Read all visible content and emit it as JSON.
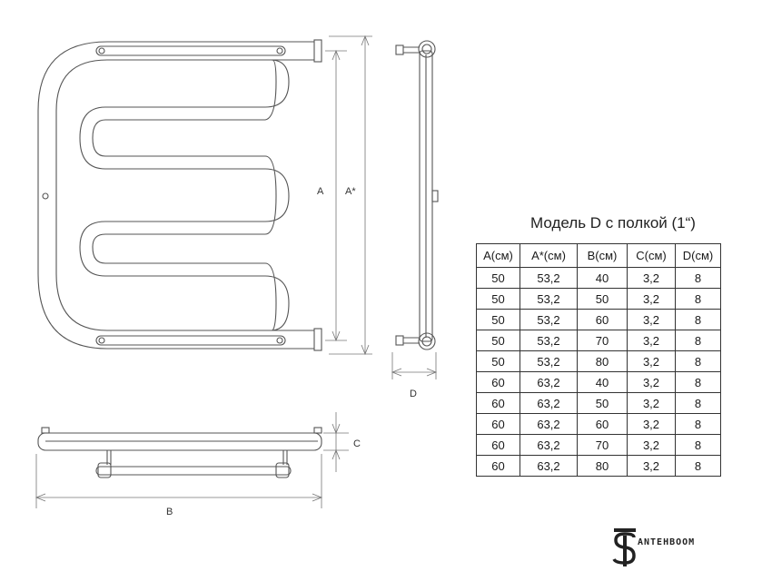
{
  "labels": {
    "dim_a": "A",
    "dim_a_star": "A*",
    "dim_b": "B",
    "dim_c": "C",
    "dim_d": "D"
  },
  "table": {
    "title": "Модель D с полкой (1“)",
    "headers": [
      "A(см)",
      "A*(см)",
      "B(см)",
      "C(см)",
      "D(см)"
    ],
    "rows": [
      [
        "50",
        "53,2",
        "40",
        "3,2",
        "8"
      ],
      [
        "50",
        "53,2",
        "50",
        "3,2",
        "8"
      ],
      [
        "50",
        "53,2",
        "60",
        "3,2",
        "8"
      ],
      [
        "50",
        "53,2",
        "70",
        "3,2",
        "8"
      ],
      [
        "50",
        "53,2",
        "80",
        "3,2",
        "8"
      ],
      [
        "60",
        "63,2",
        "40",
        "3,2",
        "8"
      ],
      [
        "60",
        "63,2",
        "50",
        "3,2",
        "8"
      ],
      [
        "60",
        "63,2",
        "60",
        "3,2",
        "8"
      ],
      [
        "60",
        "63,2",
        "70",
        "3,2",
        "8"
      ],
      [
        "60",
        "63,2",
        "80",
        "3,2",
        "8"
      ]
    ]
  },
  "brand": {
    "text": "ANTEHBOOM"
  }
}
